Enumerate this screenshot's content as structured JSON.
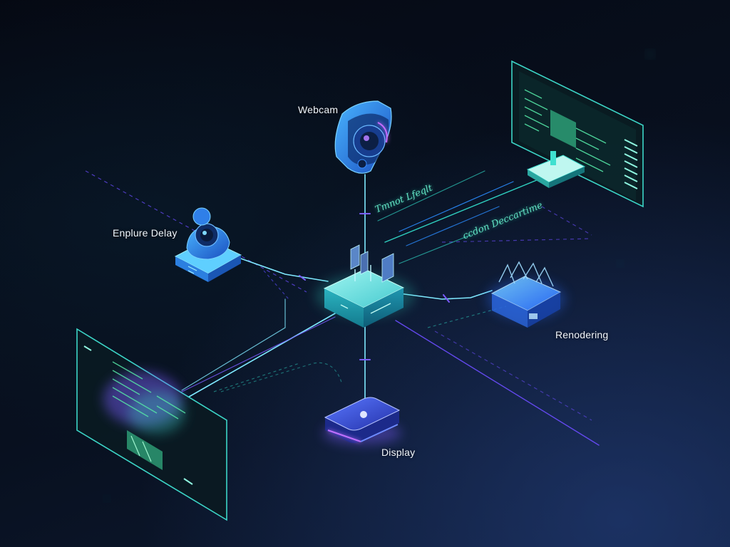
{
  "nodes": {
    "webcam": {
      "label": "Webcam"
    },
    "capture": {
      "label": "Enplure Delay"
    },
    "rendering": {
      "label": "Renodering"
    },
    "display": {
      "label": "Display"
    },
    "hub": {
      "label": ""
    },
    "monitor_top": {
      "label": ""
    },
    "panel_left": {
      "label": ""
    }
  },
  "floating_text": {
    "link_label_1": "Tmnot Lfeqlt",
    "link_label_2": "ccdon Deccartime"
  },
  "colors": {
    "background": "#060b16",
    "cyan": "#3fe0d0",
    "blue": "#3a8cff",
    "violet": "#7a5cff",
    "green": "#55e6a6",
    "label": "#f2f6fb"
  },
  "icons": {
    "webcam": "webcam-icon",
    "capture": "security-camera-icon",
    "hub": "network-hub-icon",
    "rendering": "render-unit-icon",
    "display": "display-device-icon",
    "monitor_top": "monitor-icon",
    "panel_left": "code-panel-icon"
  }
}
